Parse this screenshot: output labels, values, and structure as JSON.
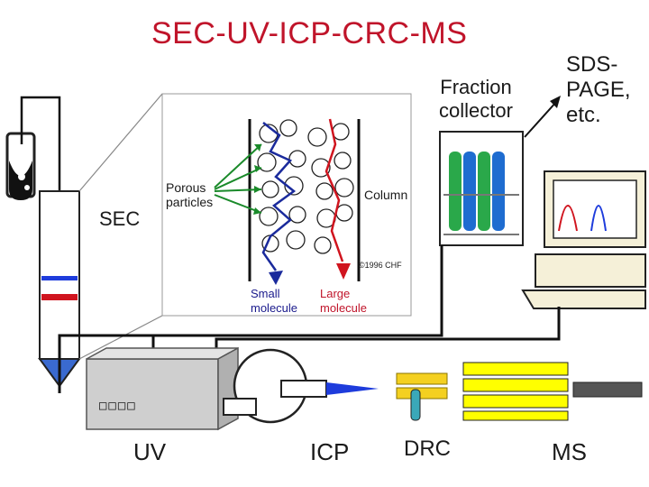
{
  "title": "SEC-UV-ICP-CRC-MS",
  "labels": {
    "fraction_collector": "Fraction collector",
    "sds_page": "SDS-PAGE, etc.",
    "sec": "SEC",
    "uv": "UV",
    "icp": "ICP",
    "drc": "DRC",
    "ms": "MS",
    "porous_particles": "Porous particles",
    "column": "Column",
    "copyright": "©1996 CHF",
    "small_molecule": "Small molecule",
    "large_molecule": "Large molecule",
    "uv_display": "□□□□"
  },
  "colors": {
    "title": "#c0142a",
    "small_molecule_path": "#1a2a9c",
    "large_molecule_path": "#d0141e",
    "arrow_green": "#1a8a2a",
    "column_band_blue": "#1e3cdc",
    "column_band_red": "#d0141e",
    "column_tip": "#3a6ad0",
    "ms_yellow": "#ffff00",
    "drc_yellow": "#f4d020",
    "torch_blue": "#1e3cdc"
  }
}
